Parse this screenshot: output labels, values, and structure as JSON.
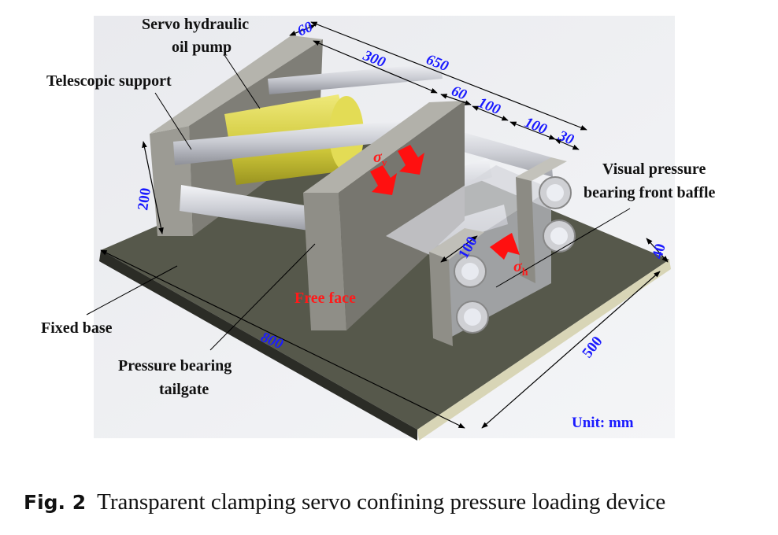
{
  "figure": {
    "labels": {
      "pump": [
        "Servo hydraulic",
        "oil pump"
      ],
      "telescopic": "Telescopic support",
      "front_baffle": [
        "Visual pressure",
        "bearing front baffle"
      ],
      "fixed_base": "Fixed base",
      "tailgate": [
        "Pressure bearing",
        "tailgate"
      ],
      "free_face": "Free face",
      "unit": "Unit: mm"
    },
    "stress": {
      "vertical": "σ",
      "vertical_sub": "v",
      "horizontal": "σ",
      "horizontal_sub": "h"
    },
    "dimensions": {
      "tailgate_thickness": "60",
      "pump_span": "300",
      "overall_length": "650",
      "middle_plate": "60",
      "gap1": "100",
      "gap2": "100",
      "front_plate": "30",
      "height": "200",
      "sample_width": "100",
      "base_thickness": "40",
      "base_length": "800",
      "base_width": "500"
    },
    "colors": {
      "dimension_text": "#1a1aff",
      "annotation_red": "#ff1a1a",
      "pump_yellow": "#d8d23a",
      "steel": "#8d8c86",
      "base": "#55574a"
    }
  },
  "caption": {
    "number": "Fig. 2",
    "text": "Transparent clamping servo confining pressure loading device"
  }
}
